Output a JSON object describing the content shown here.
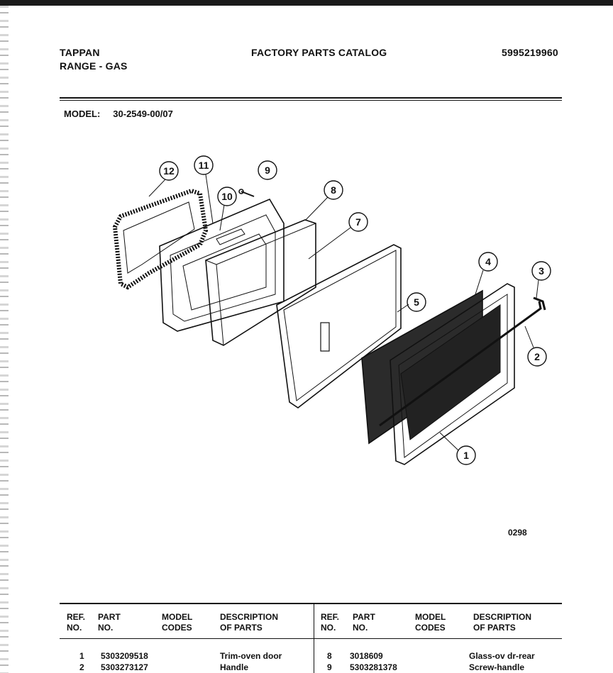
{
  "header": {
    "brand": "TAPPAN",
    "product": "RANGE - GAS",
    "title": "FACTORY PARTS CATALOG",
    "catalog_no": "5995219960"
  },
  "model": {
    "label": "MODEL:",
    "value": "30-2549-00/07"
  },
  "diagram": {
    "callouts": [
      "1",
      "2",
      "3",
      "4",
      "5",
      "7",
      "8",
      "9",
      "10",
      "11",
      "12"
    ],
    "code": "0298"
  },
  "table": {
    "headers": {
      "ref": "REF.\nNO.",
      "part": "PART\nNO.",
      "model": "MODEL\nCODES",
      "desc": "DESCRIPTION\nOF PARTS"
    },
    "left_rows": [
      {
        "ref": "1",
        "part": "5303209518",
        "desc": "Trim-oven door"
      },
      {
        "ref": "2",
        "part": "5303273127",
        "desc": "Handle"
      }
    ],
    "right_rows": [
      {
        "ref": "8",
        "part": "3018609",
        "desc": "Glass-ov dr-rear"
      },
      {
        "ref": "9",
        "part": "5303281378",
        "desc": "Screw-handle"
      }
    ]
  }
}
